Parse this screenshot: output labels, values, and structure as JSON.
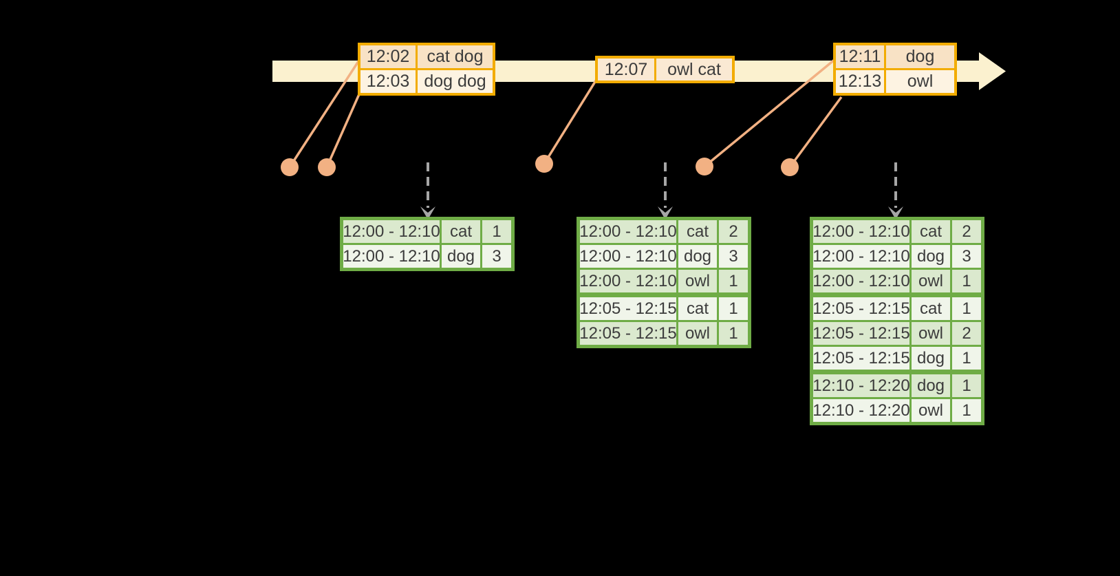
{
  "colors": {
    "background": "#000000",
    "timeline_band": "#FBF1CF",
    "event_table_border": "#F2AC00",
    "event_row_dark": "#F8E2C5",
    "event_row_light": "#FDF3E2",
    "connector_orange": "#F2B183",
    "result_table_border": "#6FAC46",
    "result_row_dark": "#DBE9CE",
    "result_row_light": "#F0F5EA",
    "trigger_arrow_gray": "#A6A6A6",
    "text": "#3C3C3C"
  },
  "event_tables": [
    {
      "rows": [
        {
          "time": "12:02",
          "words": "cat dog"
        },
        {
          "time": "12:03",
          "words": "dog dog"
        }
      ]
    },
    {
      "rows": [
        {
          "time": "12:07",
          "words": "owl cat"
        }
      ]
    },
    {
      "rows": [
        {
          "time": "12:11",
          "words": "dog"
        },
        {
          "time": "12:13",
          "words": "owl"
        }
      ]
    }
  ],
  "result_tables": [
    {
      "rows": [
        {
          "window": "12:00 - 12:10",
          "word": "cat",
          "count": "1"
        },
        {
          "window": "12:00 - 12:10",
          "word": "dog",
          "count": "3"
        }
      ]
    },
    {
      "rows": [
        {
          "window": "12:00 - 12:10",
          "word": "cat",
          "count": "2"
        },
        {
          "window": "12:00 - 12:10",
          "word": "dog",
          "count": "3"
        },
        {
          "window": "12:00 - 12:10",
          "word": "owl",
          "count": "1"
        },
        {
          "window": "12:05 - 12:15",
          "word": "cat",
          "count": "1"
        },
        {
          "window": "12:05 - 12:15",
          "word": "owl",
          "count": "1"
        }
      ]
    },
    {
      "rows": [
        {
          "window": "12:00 - 12:10",
          "word": "cat",
          "count": "2"
        },
        {
          "window": "12:00 - 12:10",
          "word": "dog",
          "count": "3"
        },
        {
          "window": "12:00 - 12:10",
          "word": "owl",
          "count": "1"
        },
        {
          "window": "12:05 - 12:15",
          "word": "cat",
          "count": "1"
        },
        {
          "window": "12:05 - 12:15",
          "word": "owl",
          "count": "2"
        },
        {
          "window": "12:05 - 12:15",
          "word": "dog",
          "count": "1"
        },
        {
          "window": "12:10 - 12:20",
          "word": "dog",
          "count": "1"
        },
        {
          "window": "12:10 - 12:20",
          "word": "owl",
          "count": "1"
        }
      ]
    }
  ]
}
